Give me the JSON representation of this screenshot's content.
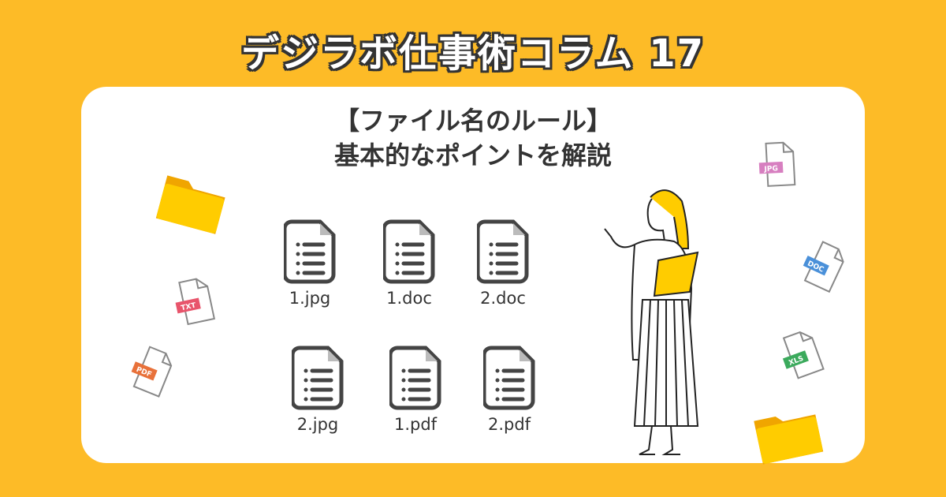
{
  "header": {
    "title": "デジラボ仕事術コラム 17"
  },
  "card": {
    "subtitle_line1": "【ファイル名のルール】",
    "subtitle_line2": "基本的なポイントを解説"
  },
  "files": [
    "1.jpg",
    "1.doc",
    "2.doc",
    "2.jpg",
    "1.pdf",
    "2.pdf"
  ],
  "badges": {
    "jpg": "JPG",
    "doc": "DOC",
    "xls": "XLS",
    "txt": "TXT",
    "pdf": "PDF"
  },
  "colors": {
    "background": "#FDBB27",
    "jpg": "#D77FC0",
    "doc": "#4A90D9",
    "xls": "#3BAA5C",
    "txt": "#E8546B",
    "pdf": "#E8713A",
    "folder": "#FFCC00"
  }
}
